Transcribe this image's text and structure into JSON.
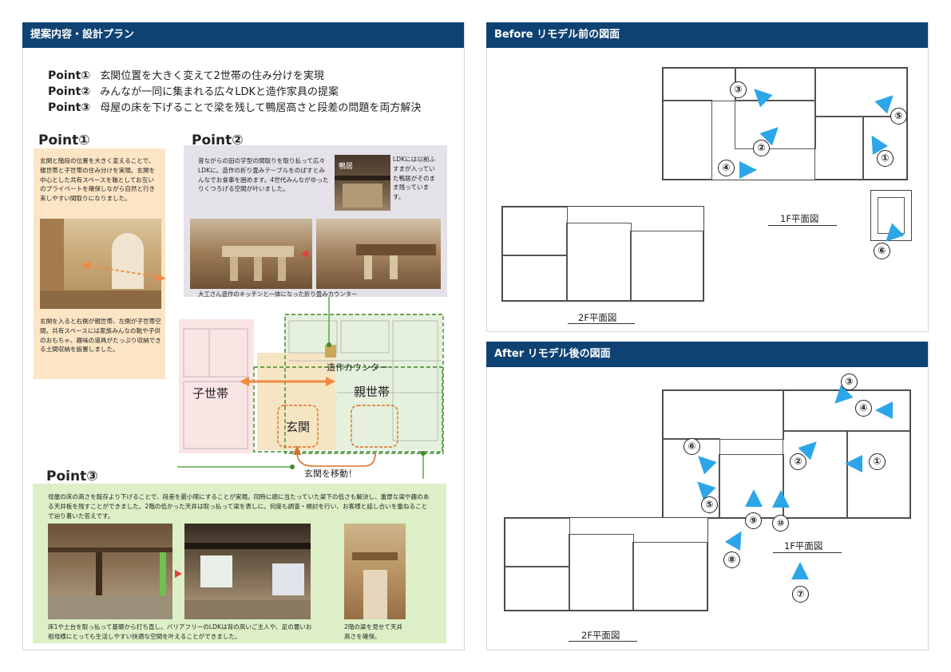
{
  "left": {
    "header": "提案内容・設計プラン",
    "points": [
      {
        "label": "Point①",
        "text": "玄関位置を大きく変えて2世帯の住み分けを実現"
      },
      {
        "label": "Point②",
        "text": "みんなが一同に集まれる広々LDKと造作家具の提案"
      },
      {
        "label": "Point③",
        "text": "母屋の床を下げることで梁を残して鴨居高さと段差の問題を両方解決"
      }
    ],
    "p1": {
      "title": "Point①",
      "desc": "玄関と階段の位置を大きく変えることで、親世帯と子世帯の住み分けを実現。玄関を中心とした共有スペースを軸としてお互いのプライベートを確保しながら自然と行き来しやすい間取りになりました。",
      "caption": "玄関を入ると右側が親世帯、左側が子世帯空間。共有スペースには家族みんなの靴や子供のおもちゃ、趣味の道具がたっぷり収納できる土間収納を設置しました。"
    },
    "p2": {
      "title": "Point②",
      "desc": "昔ながらの田の字型の間取りを取り払って広々LDKに。造作の折り畳みテーブルをのばすとみんなでお食事を囲めます。4世代みんながゆったりくつろげる空間が叶いました。",
      "kamoi_label": "鴨居",
      "side_note": "LDKには以前ふすまが入っていた鴨居がそのまま残っています。",
      "caption": "大工さん造作のキッチンと一体になった折り畳みカウンター"
    },
    "plan": {
      "child": "子世帯",
      "parent": "親世帯",
      "genkan": "玄関",
      "counter": "造作カウンター",
      "move": "玄関を移動！"
    },
    "p3": {
      "title": "Point③",
      "desc": "母屋の床の高さを既存より下げることで、段差を最小限にすることが実現。同時に頭に当たっていた梁下の低さも解決し、重厚な梁や趣のある天井板を残すことができました。2階の低かった天井は取っ払って梁を表しに。何度も調査・検討を行い、お客様と話し合いを重ねることで辿り着いた答えです。",
      "caption_left": "床1や土台を取っ払って基礎から打ち直し。バリアフリーのLDKは背の高いご主人や、足の悪いお祖母様にとっても生活しやすい快適な空間を叶えることができました。",
      "caption_right": "2階の梁を見せて天井高さを確保。"
    }
  },
  "before": {
    "header": "Before リモデル前の図面",
    "label_1f": "1F平面図",
    "label_2f": "2F平面図",
    "markers": [
      "①",
      "②",
      "③",
      "④",
      "⑤",
      "⑥"
    ]
  },
  "after": {
    "header": "After リモデル後の図面",
    "label_1f": "1F平面図",
    "label_2f": "2F平面図",
    "markers": [
      "①",
      "②",
      "③",
      "④",
      "⑤",
      "⑥",
      "⑦",
      "⑧",
      "⑨",
      "⑩"
    ]
  },
  "colors": {
    "header_bg": "#0e4273",
    "point1_bg": "#fbe5c4",
    "point2_bg": "#e4e2e8",
    "point3_bg": "#dcefc6",
    "marker_blue": "#2ca6e8",
    "arrow_orange": "#ef8a40",
    "guide_green": "#3d8a2a"
  }
}
